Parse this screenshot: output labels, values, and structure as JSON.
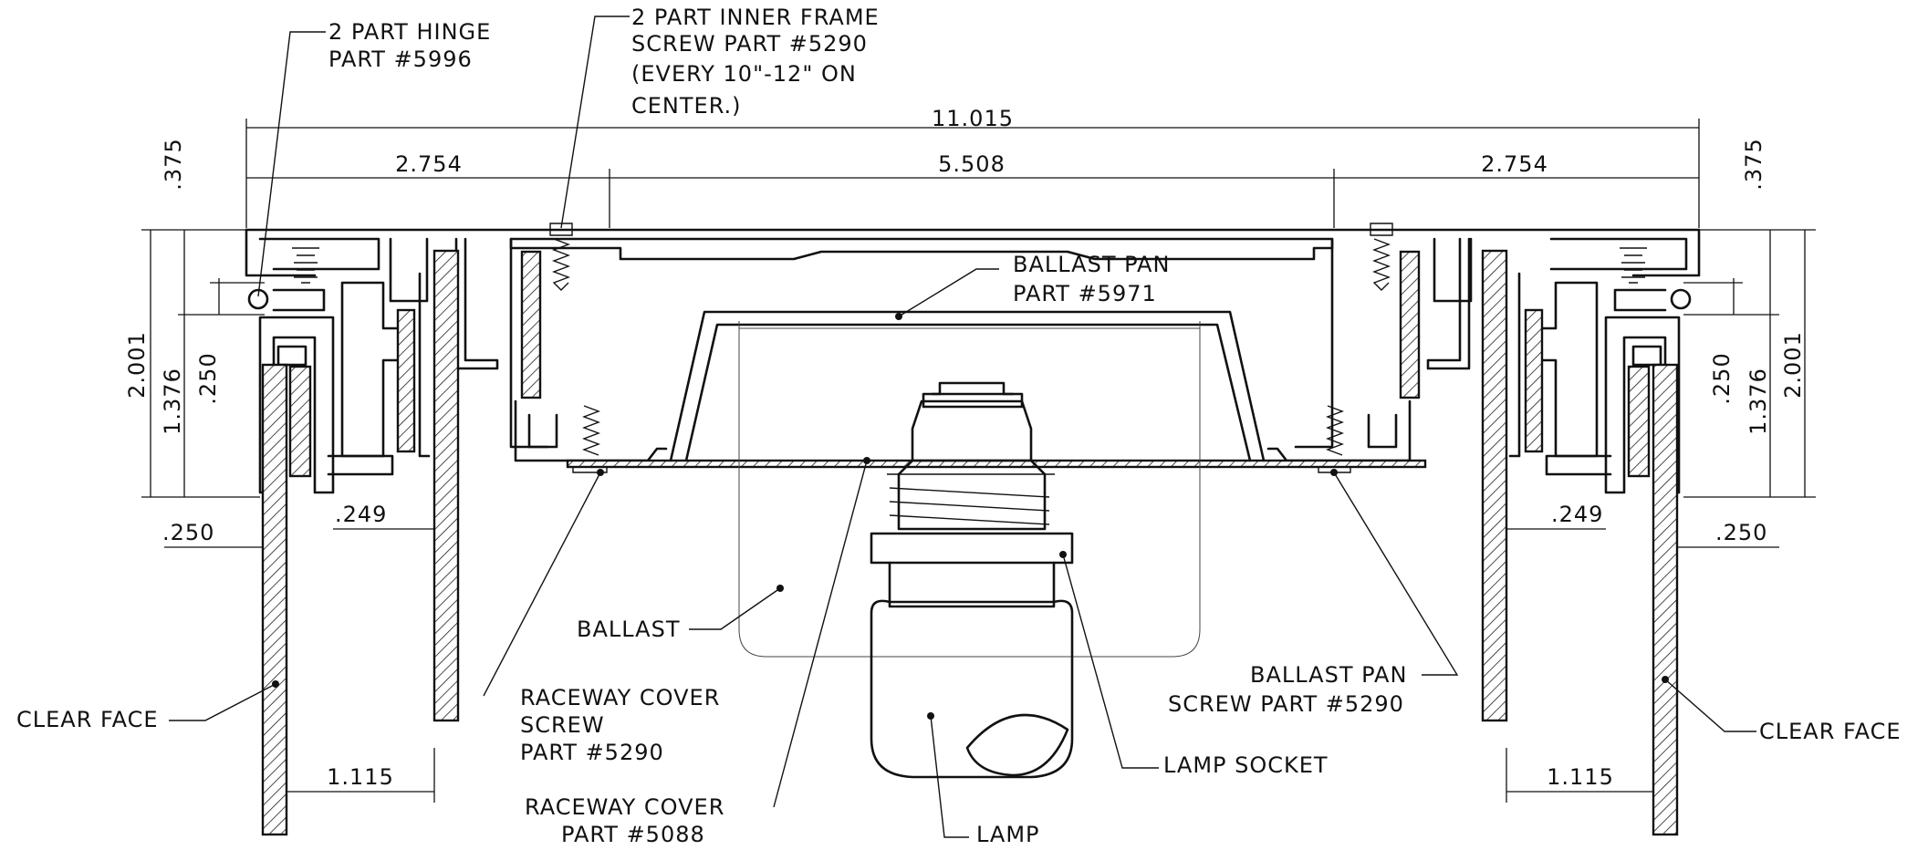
{
  "title": "",
  "callouts": {
    "hinge": {
      "line1": "2 PART HINGE",
      "line2": "PART #5996"
    },
    "inner_frame_screw": {
      "line1": "2 PART INNER FRAME",
      "line2": "SCREW PART #5290",
      "line3": "(EVERY 10\"-12\" ON",
      "line4": "CENTER.)"
    },
    "ballast_pan": {
      "line1": "BALLAST PAN",
      "line2": "PART #5971"
    },
    "ballast": {
      "line1": "BALLAST"
    },
    "raceway_cover_screw": {
      "line1": "RACEWAY COVER",
      "line2": "SCREW",
      "line3": "PART #5290"
    },
    "raceway_cover": {
      "line1": "RACEWAY COVER",
      "line2": "PART #5088"
    },
    "lamp": {
      "line1": "LAMP"
    },
    "lamp_socket": {
      "line1": "LAMP SOCKET"
    },
    "ballast_pan_screw": {
      "line1": "BALLAST PAN",
      "line2": "SCREW PART #5290"
    },
    "clear_face_left": {
      "line1": "CLEAR FACE"
    },
    "clear_face_right": {
      "line1": "CLEAR FACE"
    }
  },
  "dimensions": {
    "overall_width": "11.015",
    "left_segment": "2.754",
    "center_segment": "5.508",
    "right_segment": "2.754",
    "top_offset_left": ".375",
    "top_offset_right": ".375",
    "overall_height_left": "2.001",
    "overall_height_right": "2.001",
    "lower_height_left": "1.376",
    "lower_height_right": "1.376",
    "hinge_offset_left": ".250",
    "hinge_offset_right": ".250",
    "face_gap_left": ".249",
    "face_gap_right": ".249",
    "face_thickness_left": ".250",
    "face_thickness_right": ".250",
    "face_spacing_left": "1.115",
    "face_spacing_right": "1.115"
  }
}
